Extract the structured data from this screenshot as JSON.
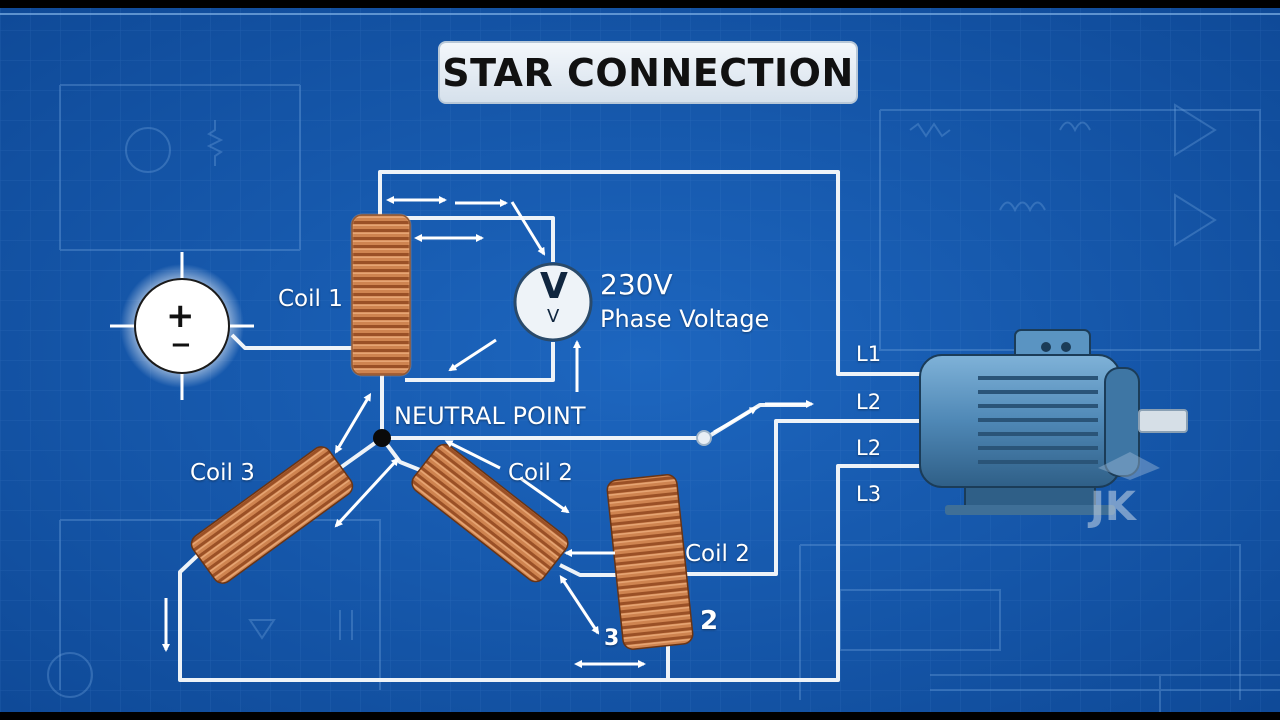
{
  "title": "STAR CONNECTION",
  "coils": {
    "coil1": "Coil 1",
    "coil2_center": "Coil 2",
    "coil3": "Coil 3",
    "coil2_right": "Coil 2"
  },
  "neutral_point": "NEUTRAL POINT",
  "voltmeter": {
    "symbol": "V",
    "sub_symbol": "V",
    "reading": "230V",
    "caption": "Phase Voltage"
  },
  "source_symbols": {
    "plus": "+",
    "minus": "−"
  },
  "lines": {
    "l1": "L1",
    "l2a": "L2",
    "l2b": "L2",
    "l3": "L3"
  },
  "numbers": {
    "two": "2",
    "three": "3"
  },
  "watermark": "JK",
  "colors": {
    "background": "#1757a9",
    "wire": "#e8eef5",
    "copper": "#b8683a",
    "motor": "#4f88b6"
  }
}
